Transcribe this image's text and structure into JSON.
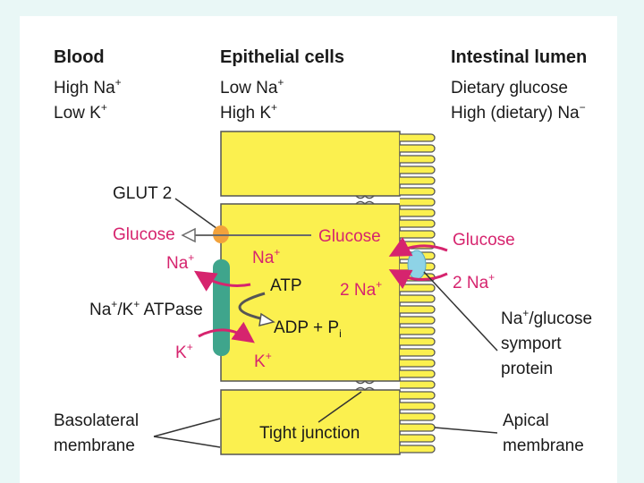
{
  "columns": {
    "blood": {
      "title": "Blood",
      "line1": "High Na",
      "line1_sup": "+",
      "line2": "Low K",
      "line2_sup": "+"
    },
    "epithelial": {
      "title": "Epithelial cells",
      "line1": "Low Na",
      "line1_sup": "+",
      "line2": "High K",
      "line2_sup": "+"
    },
    "lumen": {
      "title": "Intestinal lumen",
      "line1": "Dietary glucose",
      "line2": "High (dietary) Na",
      "line2_sup": "−"
    }
  },
  "labels": {
    "glut2": "GLUT 2",
    "glucose_blood": "Glucose",
    "glucose_cell": "Glucose",
    "glucose_lumen": "Glucose",
    "na_blood": "Na",
    "na_cell": "Na",
    "plus": "+",
    "atp": "ATP",
    "adp": "ADP + P",
    "adp_sub": "i",
    "atpase_a": "Na",
    "atpase_b": "/K",
    "atpase_c": " ATPase",
    "k_blood": "K",
    "k_cell": "K",
    "two_na_cell": "2 Na",
    "two_na_lumen": "2 Na",
    "symport_line1_a": "Na",
    "symport_line1_b": "/glucose",
    "symport_line2": "symport",
    "symport_line3": "protein",
    "tight_junction": "Tight junction",
    "basolateral_line1": "Basolateral",
    "basolateral_line2": "membrane",
    "apical_line1": "Apical",
    "apical_line2": "membrane"
  },
  "colors": {
    "cell_fill": "#fbf04f",
    "label_accent": "#d6246e",
    "atpase_pump": "#3fa58c",
    "glut2_transporter": "#f2a23c",
    "symporter": "#8ed3e6",
    "page_background": "#e9f7f6"
  }
}
